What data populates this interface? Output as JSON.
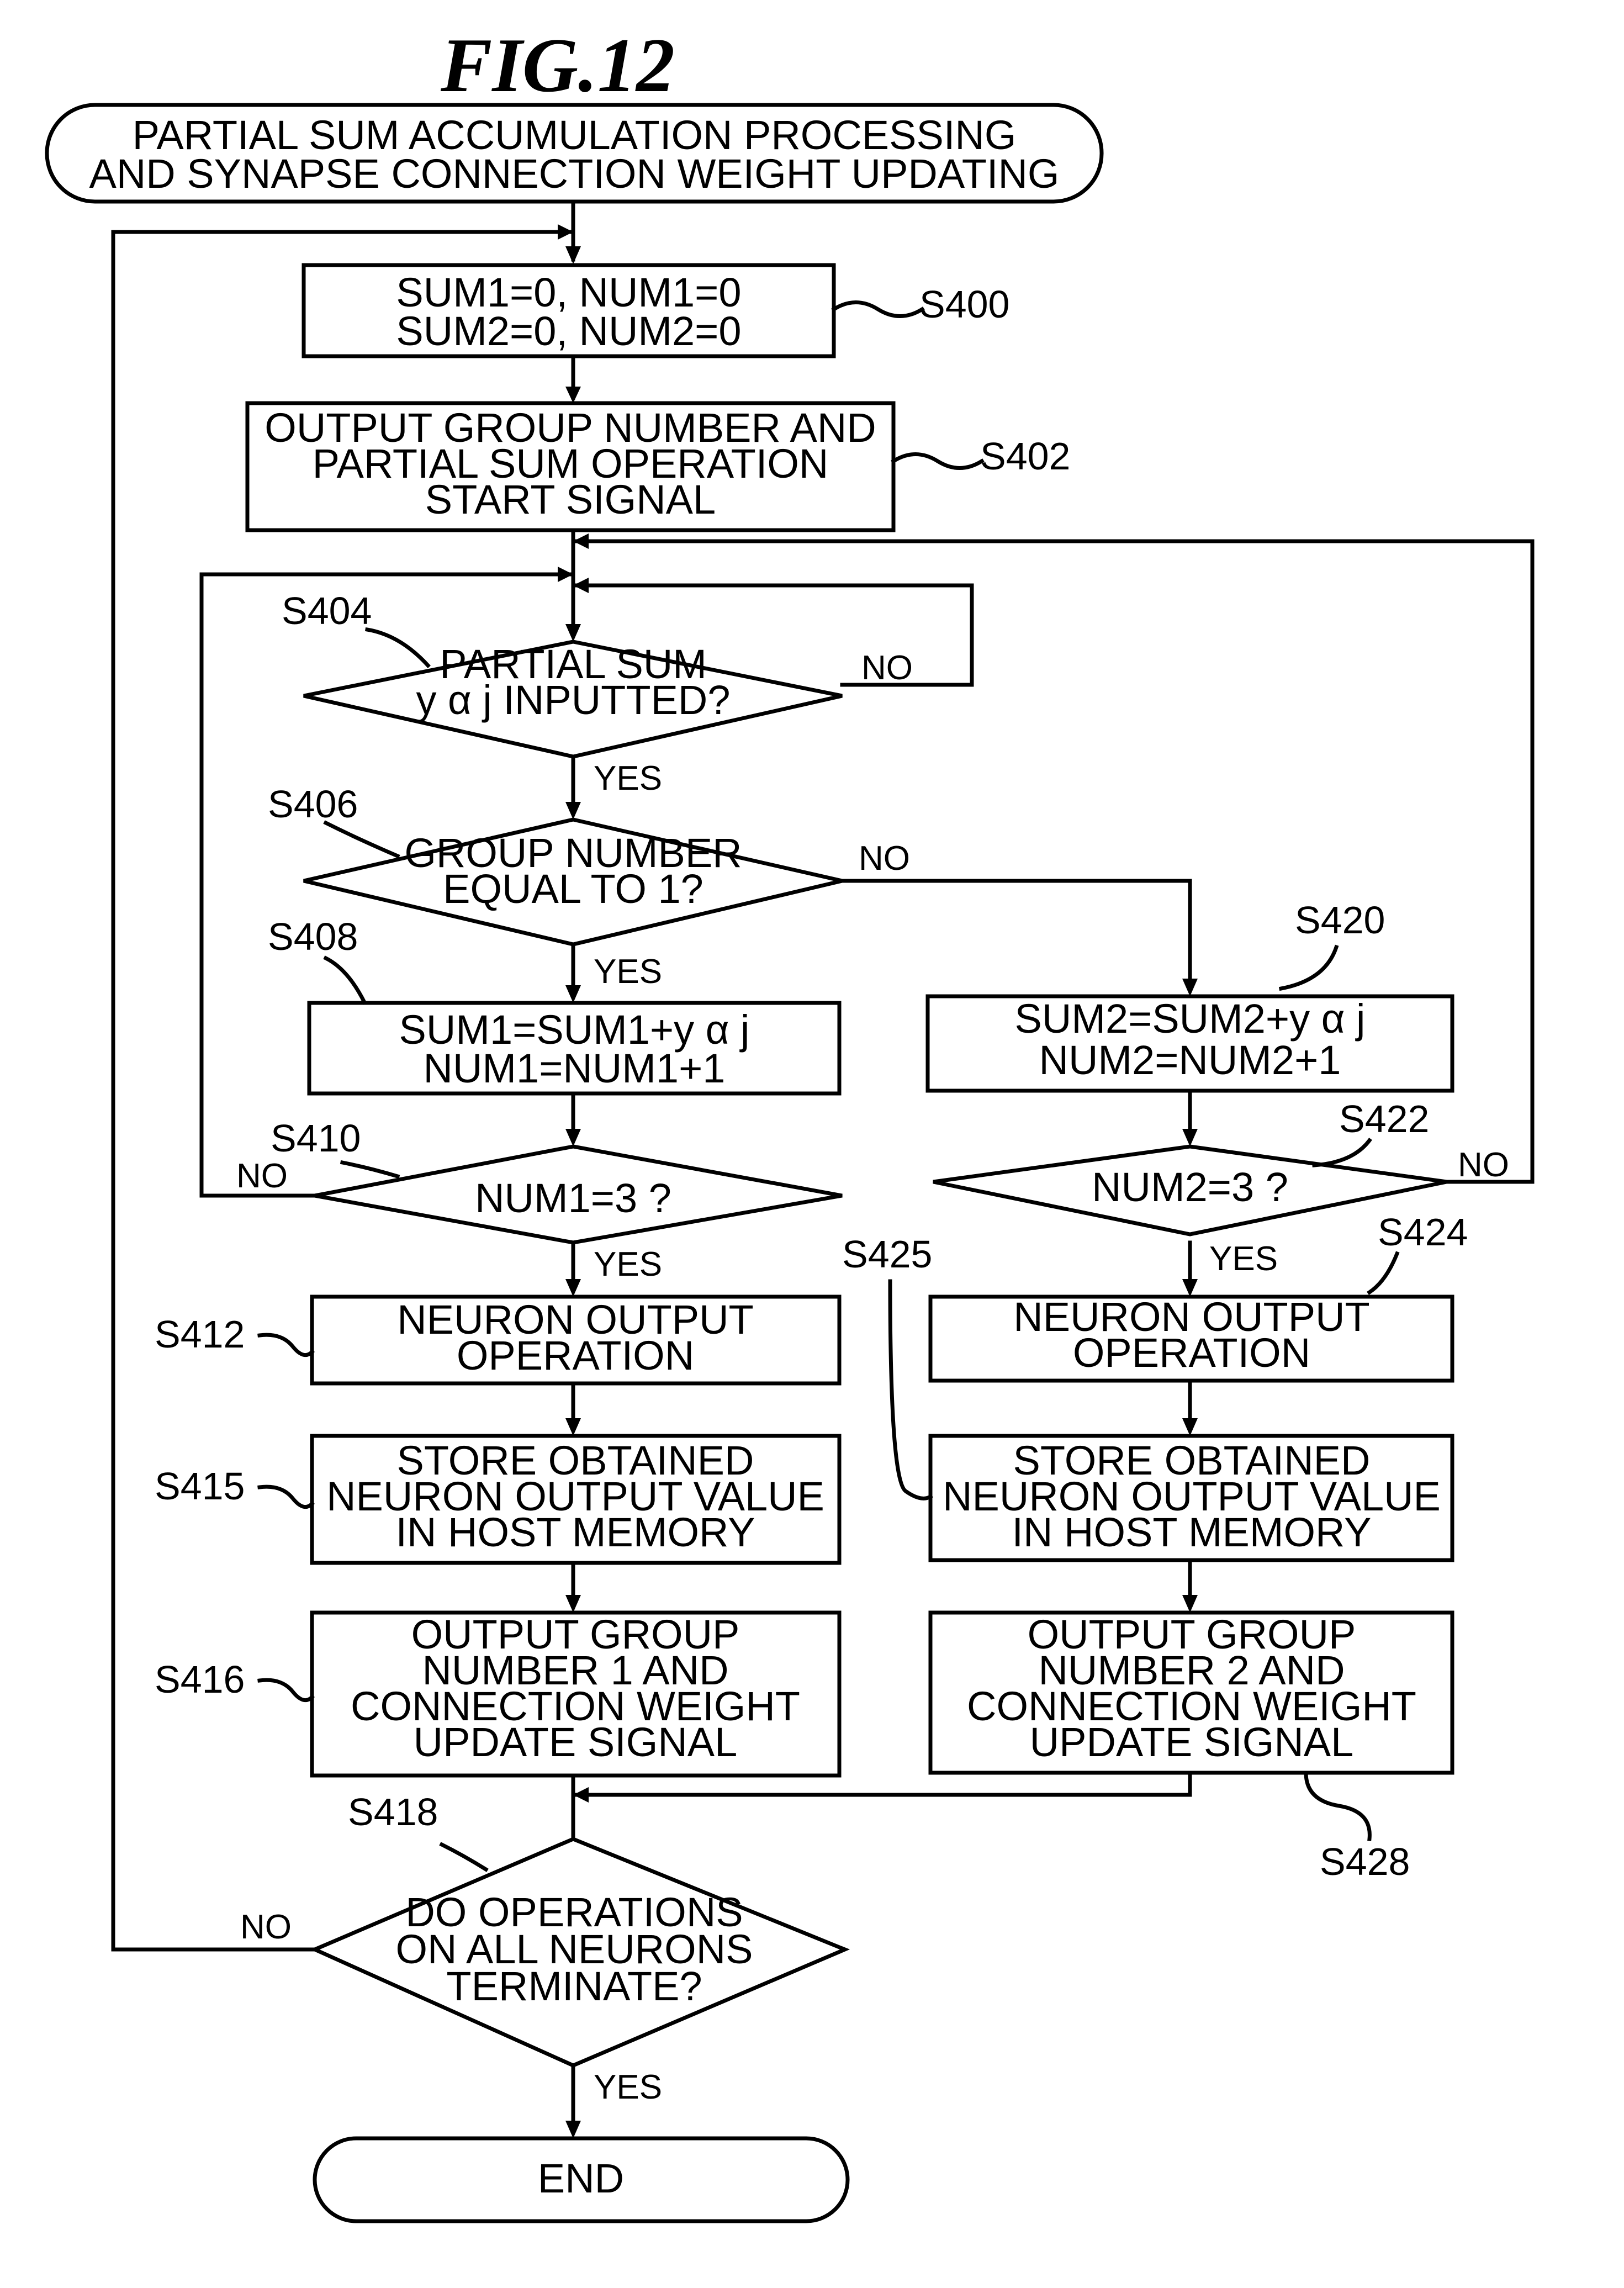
{
  "figure_title": "FIG.12",
  "start": {
    "line1": "PARTIAL SUM ACCUMULATION PROCESSING",
    "line2": "AND SYNAPSE CONNECTION WEIGHT UPDATING"
  },
  "end": {
    "label": "END"
  },
  "steps": {
    "s400": {
      "id": "S400",
      "line1": "SUM1=0, NUM1=0",
      "line2": "SUM2=0, NUM2=0"
    },
    "s402": {
      "id": "S402",
      "line1": "OUTPUT GROUP NUMBER AND",
      "line2": "PARTIAL SUM OPERATION",
      "line3": "START SIGNAL"
    },
    "s404": {
      "id": "S404",
      "line1": "PARTIAL SUM",
      "line2": "y α j INPUTTED?"
    },
    "s406": {
      "id": "S406",
      "line1": "GROUP NUMBER",
      "line2": "EQUAL TO 1?"
    },
    "s408": {
      "id": "S408",
      "line1": "SUM1=SUM1+y α j",
      "line2": "NUM1=NUM1+1"
    },
    "s410": {
      "id": "S410",
      "line1": "NUM1=3 ?"
    },
    "s412": {
      "id": "S412",
      "line1": "NEURON OUTPUT",
      "line2": "OPERATION"
    },
    "s415": {
      "id": "S415",
      "line1": "STORE OBTAINED",
      "line2": "NEURON OUTPUT VALUE",
      "line3": "IN HOST MEMORY"
    },
    "s416": {
      "id": "S416",
      "line1": "OUTPUT GROUP",
      "line2": "NUMBER 1 AND",
      "line3": "CONNECTION WEIGHT",
      "line4": "UPDATE SIGNAL"
    },
    "s418": {
      "id": "S418",
      "line1": "DO OPERATIONS",
      "line2": "ON ALL NEURONS",
      "line3": "TERMINATE?"
    },
    "s420": {
      "id": "S420",
      "line1": "SUM2=SUM2+y α j",
      "line2": "NUM2=NUM2+1"
    },
    "s422": {
      "id": "S422",
      "line1": "NUM2=3 ?"
    },
    "s424": {
      "id": "S424",
      "line1": "NEURON OUTPUT",
      "line2": "OPERATION"
    },
    "s425": {
      "id": "S425",
      "line1": "STORE OBTAINED",
      "line2": "NEURON OUTPUT VALUE",
      "line3": "IN HOST MEMORY"
    },
    "s428": {
      "id": "S428",
      "line1": "OUTPUT GROUP",
      "line2": "NUMBER 2 AND",
      "line3": "CONNECTION WEIGHT",
      "line4": "UPDATE SIGNAL"
    }
  },
  "branch_labels": {
    "s404_yes": "YES",
    "s404_no": "NO",
    "s406_yes": "YES",
    "s406_no": "NO",
    "s410_yes": "YES",
    "s410_no": "NO",
    "s422_yes": "YES",
    "s422_no": "NO",
    "s418_yes": "YES",
    "s418_no": "NO"
  }
}
